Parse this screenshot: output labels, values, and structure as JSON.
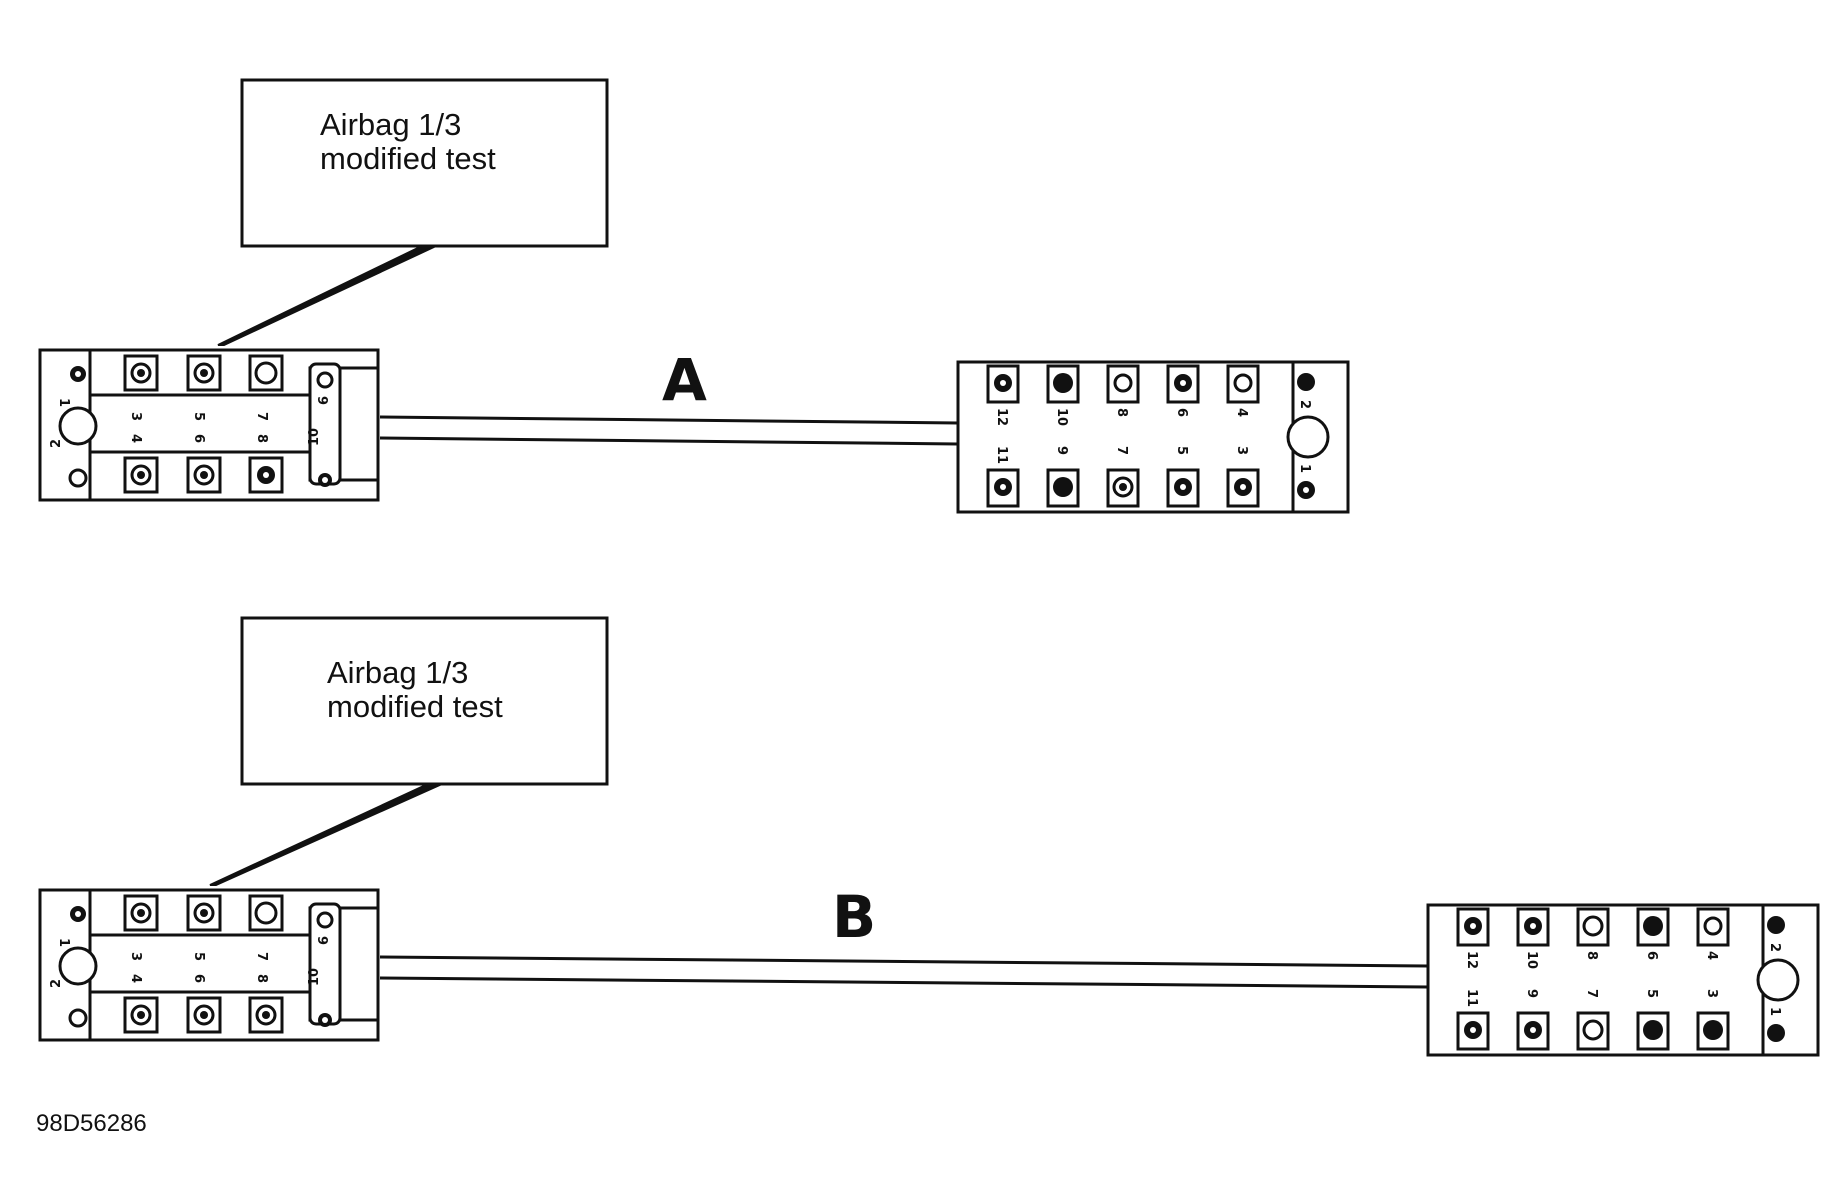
{
  "diagrams": [
    {
      "letter": "A",
      "tester_box": {
        "line1": "Airbag   1/3",
        "line2": "modified test"
      }
    },
    {
      "letter": "B",
      "tester_box": {
        "line1": "Airbag   1/3",
        "line2": "modified test"
      }
    }
  ],
  "left_connector_pins": [
    "1",
    "2",
    "3",
    "4",
    "5",
    "6",
    "7",
    "8",
    "9",
    "10"
  ],
  "right_connector_pins": [
    "12",
    "11",
    "10",
    "9",
    "8",
    "7",
    "6",
    "5",
    "4",
    "3",
    "2",
    "1"
  ],
  "figure_id": "98D56286"
}
